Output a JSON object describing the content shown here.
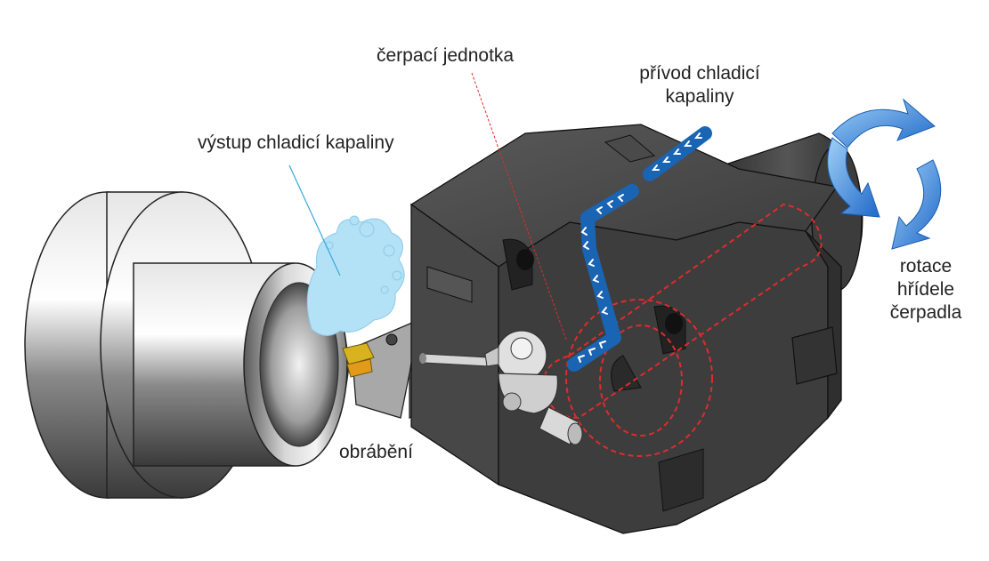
{
  "labels": {
    "pump_unit": "čerpací jednotka",
    "coolant_inlet_line1": "přívod chladicí",
    "coolant_inlet_line2": "kapaliny",
    "coolant_outlet": "výstup chladicí kapaliny",
    "machining": "obrábění",
    "rotation_line1": "rotace",
    "rotation_line2": "hřídele",
    "rotation_line3": "čerpadla"
  },
  "colors": {
    "coolant_flow": "#1a64b4",
    "coolant_spray": "#a9dcf2",
    "pump_outline": "#e02b2b",
    "rotation_arrow": "#2f7fd4",
    "housing": "#3c3c3c",
    "workpiece": "#9a9a9a",
    "insert": "#d9b21f",
    "leader_line_blue": "#3aa7dc"
  },
  "icons": {
    "rotation": "circular-rotation-arrows-icon",
    "flow": "chevron-flow-arrows-icon"
  }
}
